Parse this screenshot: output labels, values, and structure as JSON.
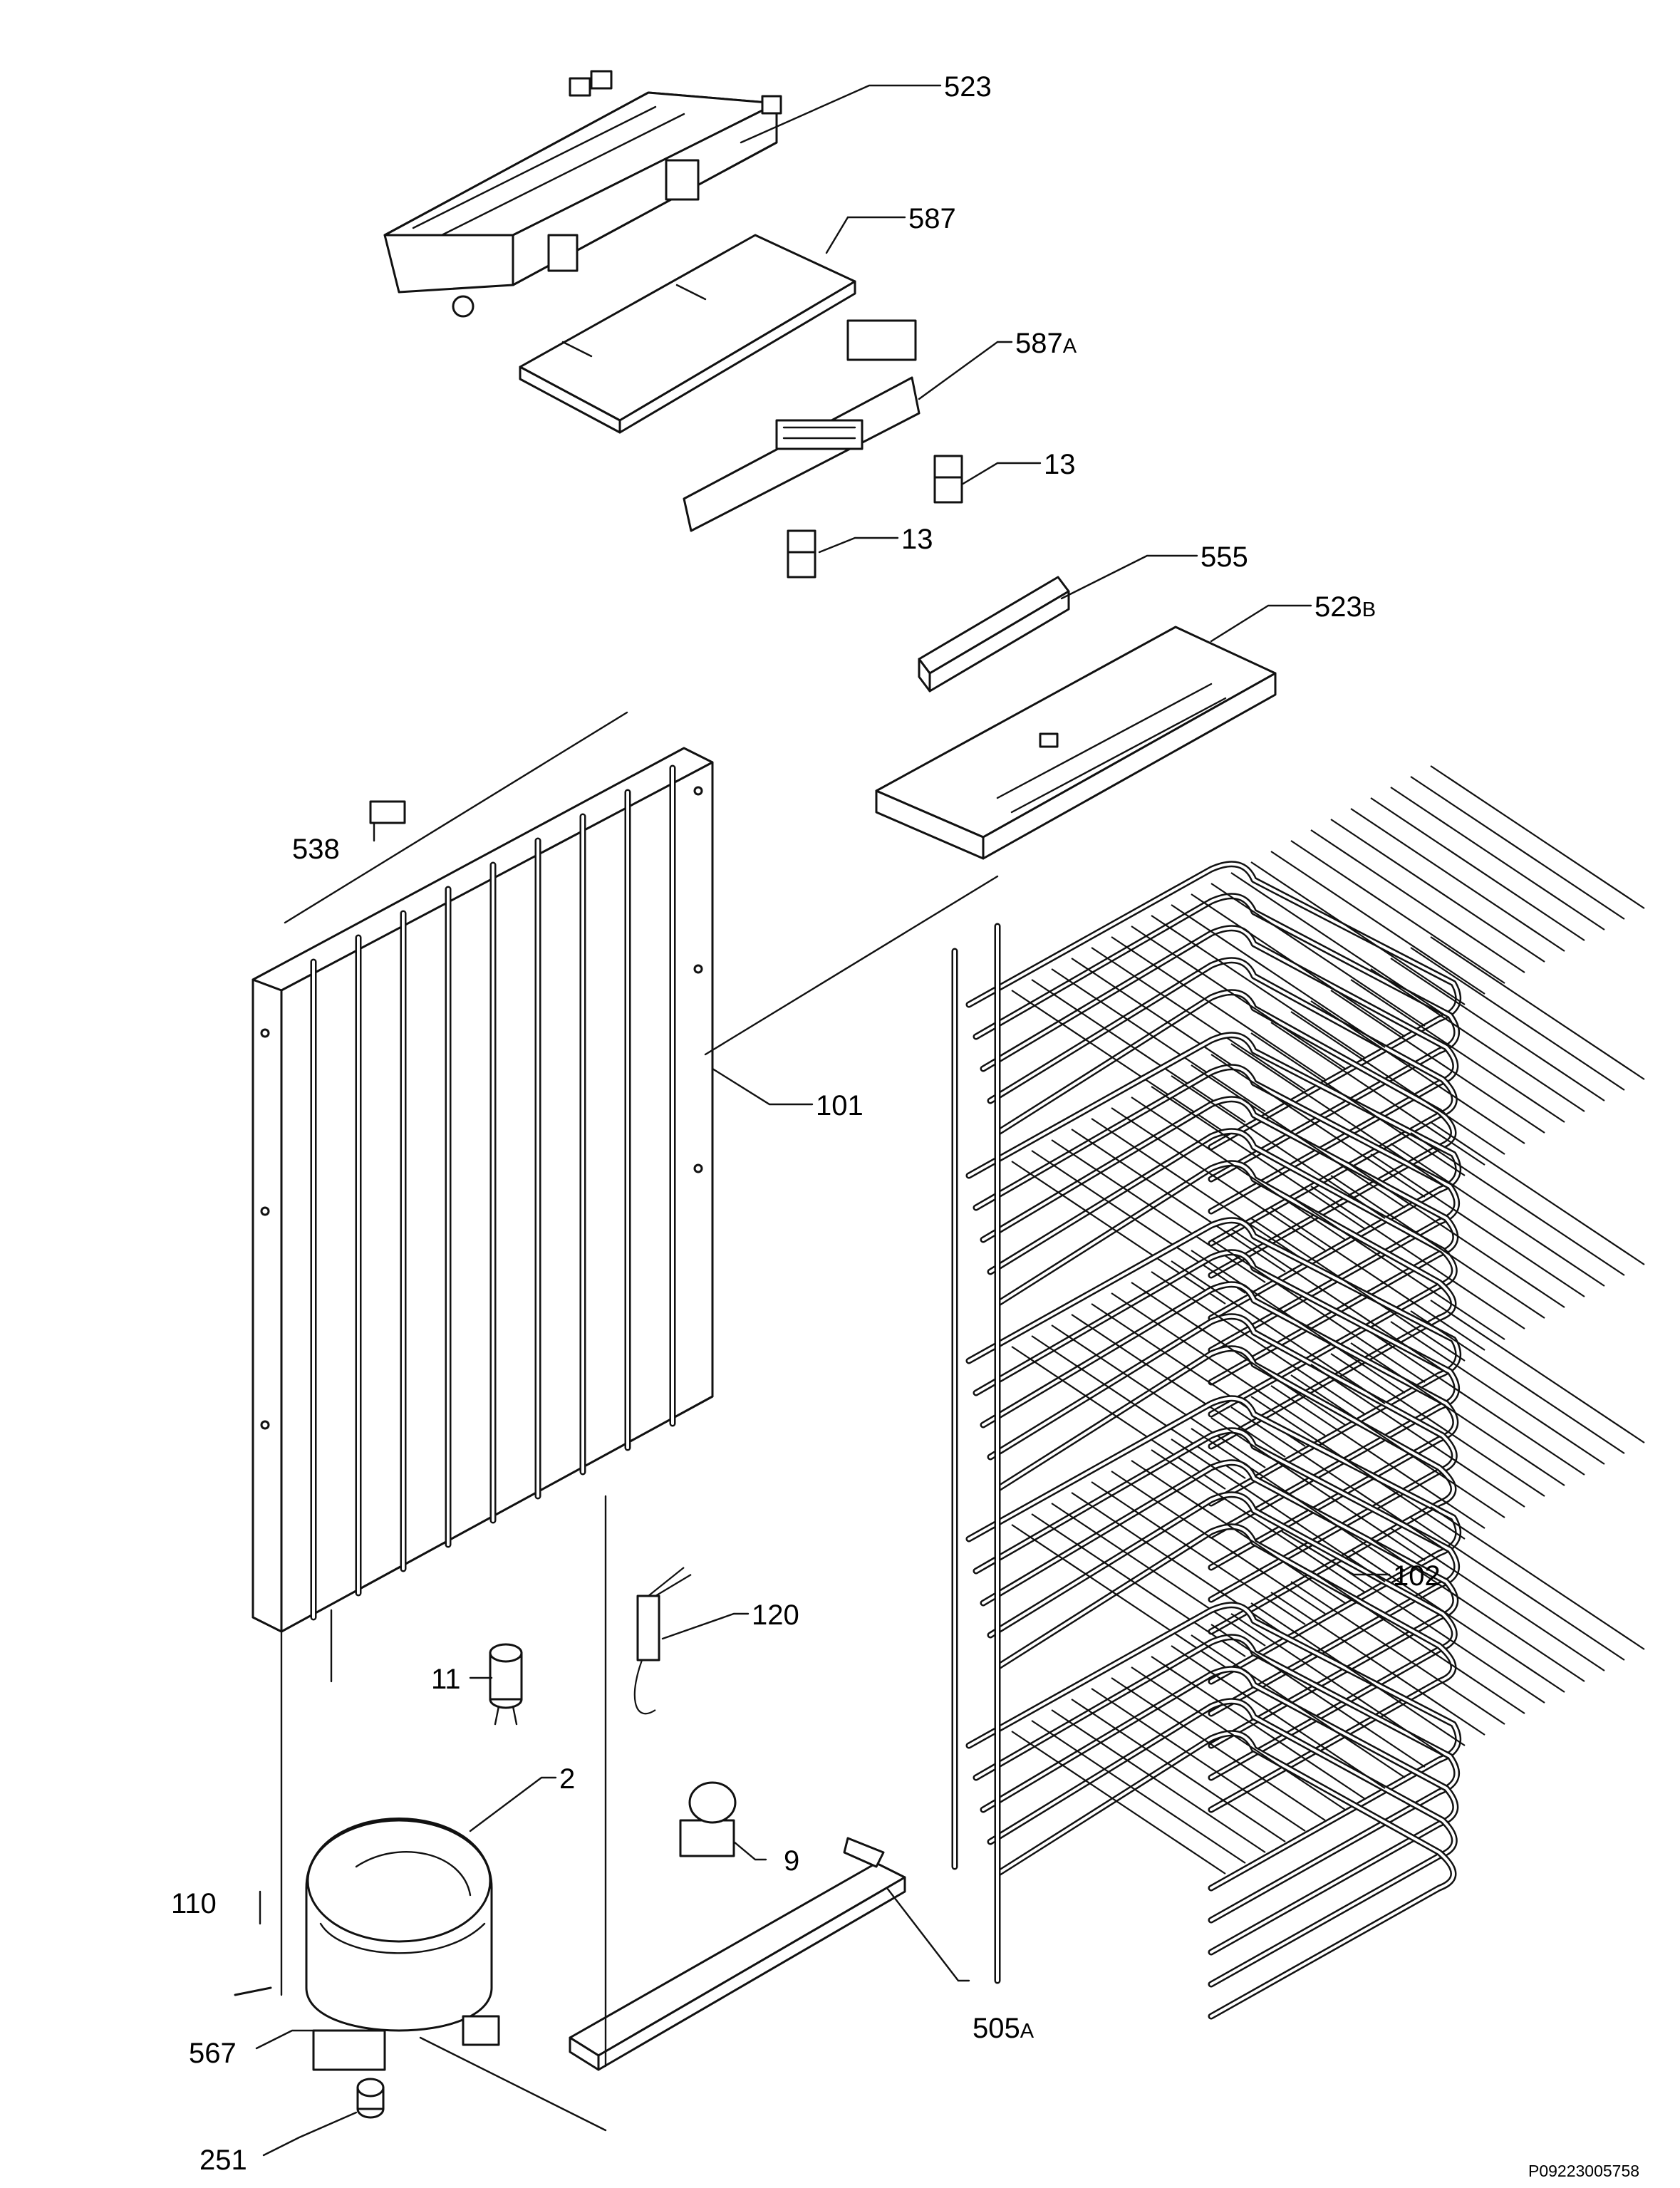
{
  "diagram": {
    "labels": {
      "l523": {
        "num": "523",
        "sub": ""
      },
      "l587": {
        "num": "587",
        "sub": ""
      },
      "l587a": {
        "num": "587",
        "sub": "A"
      },
      "l13a": {
        "num": "13",
        "sub": ""
      },
      "l13b": {
        "num": "13",
        "sub": ""
      },
      "l555": {
        "num": "555",
        "sub": ""
      },
      "l523b": {
        "num": "523",
        "sub": "B"
      },
      "l538": {
        "num": "538",
        "sub": ""
      },
      "l101": {
        "num": "101",
        "sub": ""
      },
      "l102": {
        "num": "102",
        "sub": ""
      },
      "l120": {
        "num": "120",
        "sub": ""
      },
      "l11": {
        "num": "11",
        "sub": ""
      },
      "l2": {
        "num": "2",
        "sub": ""
      },
      "l9": {
        "num": "9",
        "sub": ""
      },
      "l110": {
        "num": "110",
        "sub": ""
      },
      "l567": {
        "num": "567",
        "sub": ""
      },
      "l505a": {
        "num": "505",
        "sub": "A"
      },
      "l251": {
        "num": "251",
        "sub": ""
      }
    },
    "reference_code": "P09223005758"
  }
}
